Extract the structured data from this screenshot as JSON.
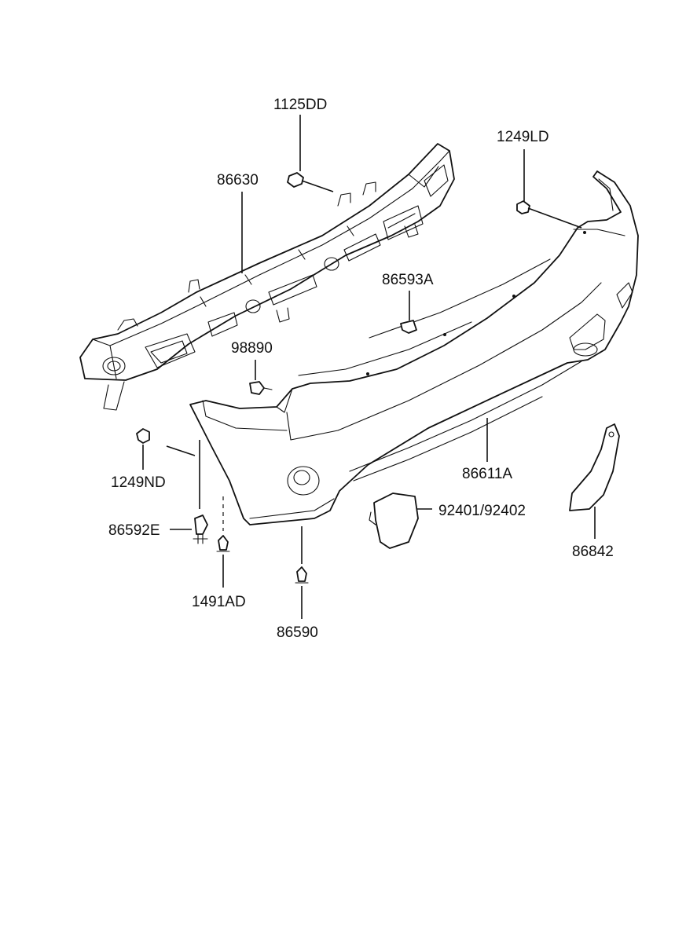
{
  "diagram": {
    "labels": {
      "p1125DD": "1125DD",
      "p86630": "86630",
      "p1249LD": "1249LD",
      "p86593A": "86593A",
      "p98890": "98890",
      "p1249ND": "1249ND",
      "p86592E": "86592E",
      "p1491AD": "1491AD",
      "p86590": "86590",
      "p86611A": "86611A",
      "p92401": "92401/92402",
      "p86842": "86842"
    }
  }
}
